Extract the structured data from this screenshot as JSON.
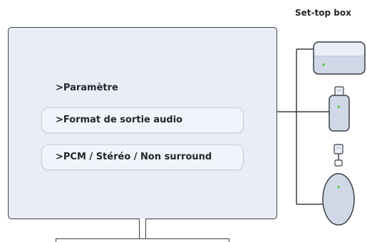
{
  "devices": {
    "title": "Set-top box"
  },
  "menu": {
    "heading": ">Paramètre",
    "options": [
      {
        "label": ">Format de sortie audio"
      },
      {
        "label": ">PCM / Stéréo / Non surround"
      }
    ]
  },
  "colors": {
    "screen_background": "#e9edf6",
    "outline": "#3c3f45",
    "device_body": "#d0d8e8",
    "device_top": "#e9edf6",
    "status_led": "#6fcf5f"
  }
}
